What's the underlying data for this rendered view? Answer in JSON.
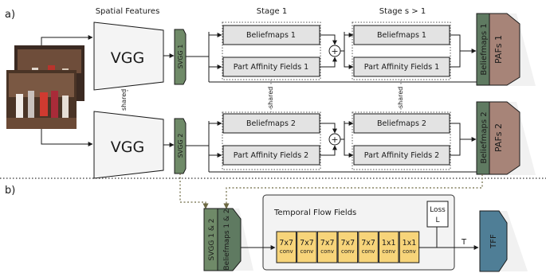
{
  "labels": {
    "part_a": "a)",
    "part_b": "b)",
    "spatial_features": "Spatial Features",
    "stage1": "Stage 1",
    "stage_s": "Stage s > 1",
    "vgg": "VGG",
    "svgg1": "SVGG 1",
    "svgg2": "SVGG 2",
    "shared": "shared",
    "beliefmaps1": "Beliefmaps 1",
    "paf1": "Part Affinity Fields 1",
    "beliefmaps2": "Beliefmaps 2",
    "paf2": "Part Affinity Fields 2",
    "out_beliefmaps1": "Beliefmaps 1",
    "out_pafs1": "PAFs 1",
    "out_beliefmaps2": "Beliefmaps 2",
    "out_pafs2": "PAFs 2",
    "combined_svgg": "SVGG 1 & 2",
    "combined_beliefmaps": "Beliefmaps 1 & 2",
    "tff_title": "Temporal Flow Fields",
    "loss_line1": "Loss",
    "loss_line2": "L",
    "conv_word": "conv",
    "t_label": "T",
    "tff_out": "TFF",
    "plus": "+"
  },
  "conv_layers": [
    "7x7",
    "7x7",
    "7x7",
    "7x7",
    "7x7",
    "1x1",
    "1x1"
  ],
  "colors": {
    "svgg_green": "#6f8a68",
    "out_green": "#5f7a61",
    "out_brown": "#a78478",
    "tff_blue": "#4f7e96",
    "conv_yellow": "#f7d47a",
    "stage_box": "#e3e3e3",
    "vgg_fill": "#f4f4f4"
  }
}
